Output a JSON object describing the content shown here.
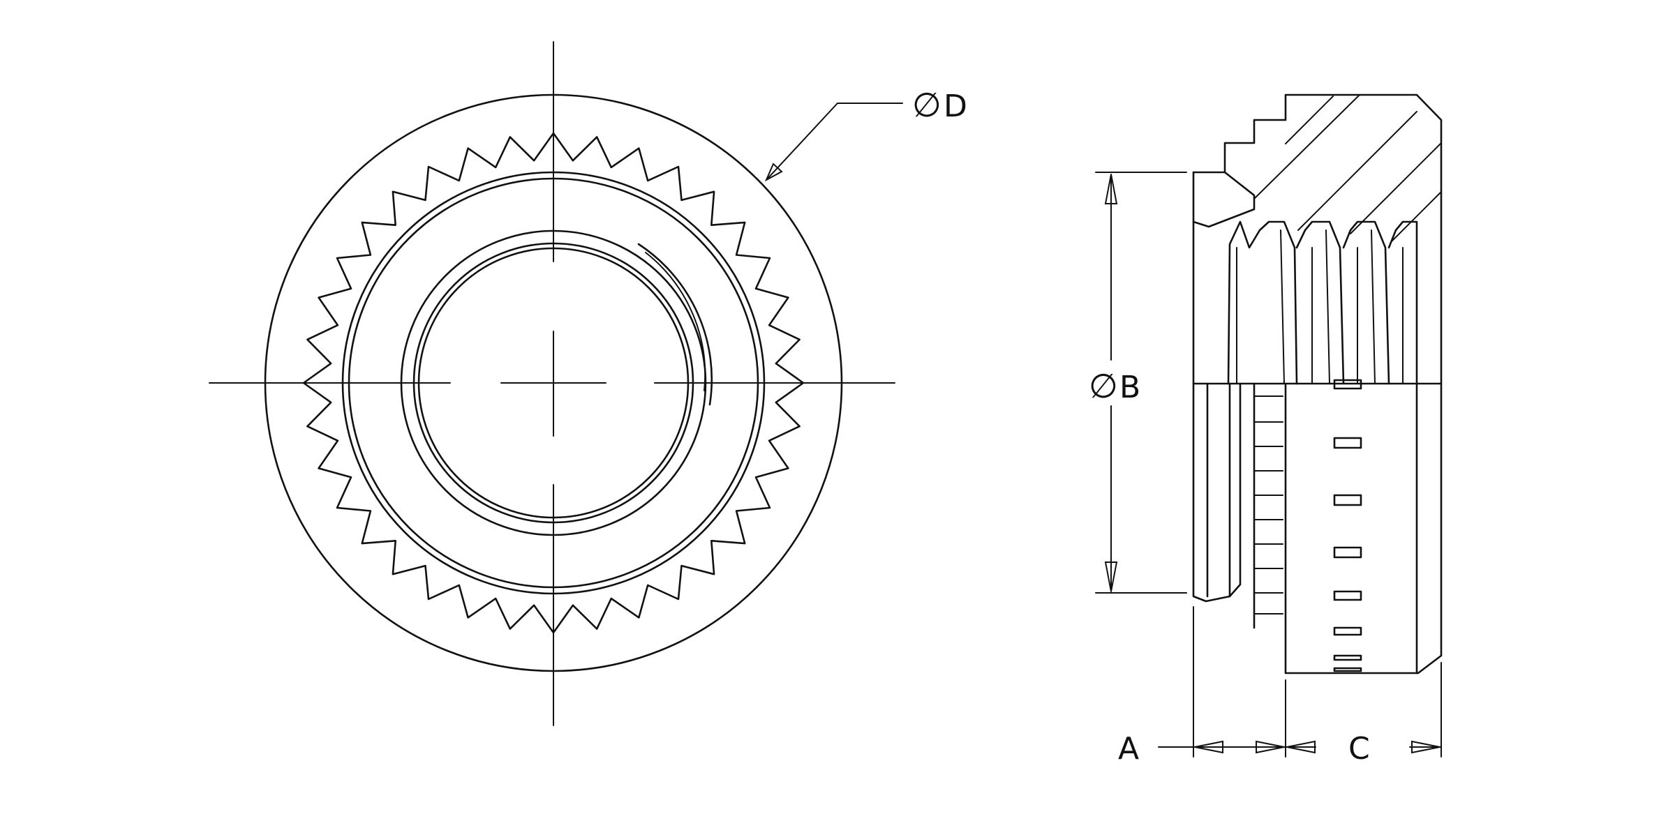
{
  "labels": {
    "diameter_symbol": "∅",
    "dim_d": "D",
    "dim_b": "B",
    "dim_a": "A",
    "dim_c": "C"
  },
  "views": {
    "front": {
      "serration_teeth": 36
    },
    "side": {}
  },
  "colors": {
    "ink": "#111111",
    "paper": "#ffffff"
  }
}
